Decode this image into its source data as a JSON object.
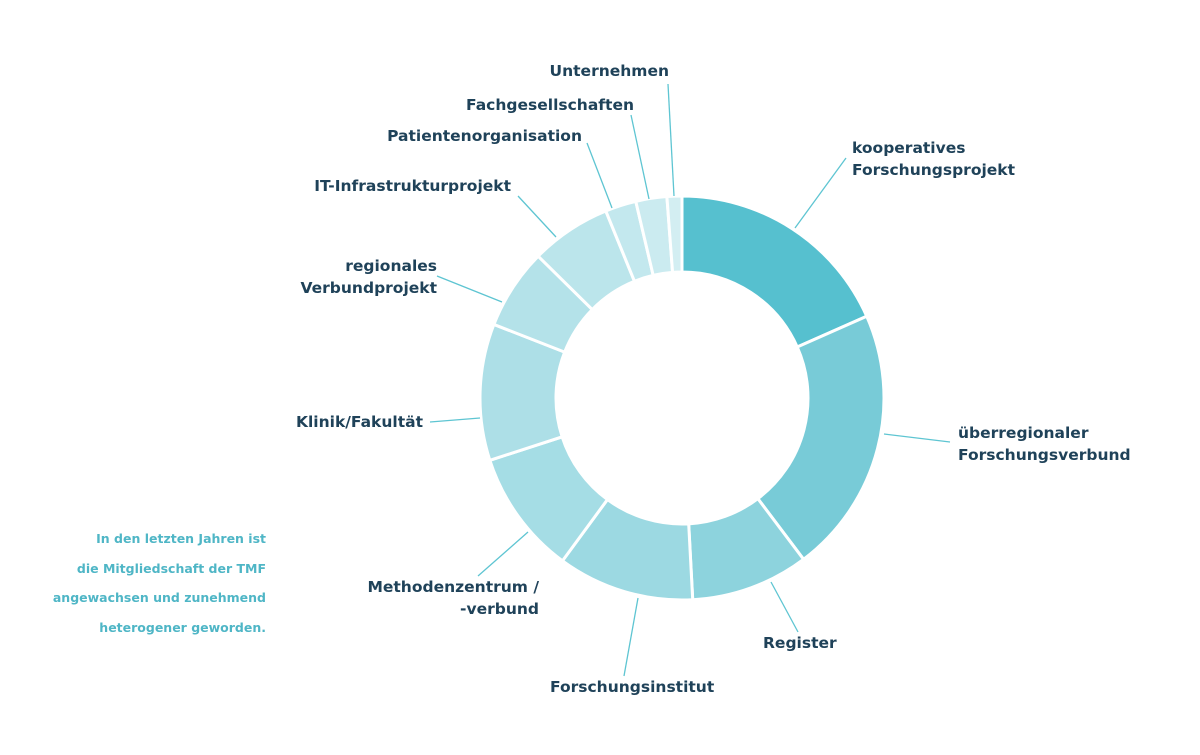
{
  "chart_data": {
    "type": "pie",
    "style": "donut",
    "title": "",
    "start": "top, clockwise",
    "slices": [
      {
        "label_lines": [
          "kooperatives",
          "Forschungsprojekt"
        ],
        "value": 18.5,
        "color": "#56c0cf"
      },
      {
        "label_lines": [
          "überregionaler",
          "Forschungsverbund"
        ],
        "value": 21.5,
        "color": "#78cbd7"
      },
      {
        "label_lines": [
          "Register"
        ],
        "value": 9.5,
        "color": "#8dd3dd"
      },
      {
        "label_lines": [
          "Forschungsinstitut"
        ],
        "value": 11,
        "color": "#9cd9e2"
      },
      {
        "label_lines": [
          "Methodenzentrum /",
          "-verbund"
        ],
        "value": 10,
        "color": "#a5dde5"
      },
      {
        "label_lines": [
          "Klinik/Fakultät"
        ],
        "value": 11,
        "color": "#addfe7"
      },
      {
        "label_lines": [
          "regionales",
          "Verbundprojekt"
        ],
        "value": 6.5,
        "color": "#b4e2e9"
      },
      {
        "label_lines": [
          "IT-Infrastrukturprojekt"
        ],
        "value": 6.5,
        "color": "#bbe5eb"
      },
      {
        "label_lines": [
          "Patientenorganisation"
        ],
        "value": 2.5,
        "color": "#c3e8ee"
      },
      {
        "label_lines": [
          "Fachgesellschaften"
        ],
        "value": 2.5,
        "color": "#cbebf0"
      },
      {
        "label_lines": [
          "Unternehmen"
        ],
        "value": 1.2,
        "color": "#d3eef2"
      }
    ]
  },
  "note": {
    "lines": [
      "In den letzten Jahren ist",
      "die Mitgliedschaft der TMF",
      "angewachsen und zunehmend",
      "heterogener geworden."
    ]
  },
  "colors": {
    "label_text": "#1f4259",
    "leader_line": "#5ec5d2",
    "note_text": "#4fb6c6"
  }
}
